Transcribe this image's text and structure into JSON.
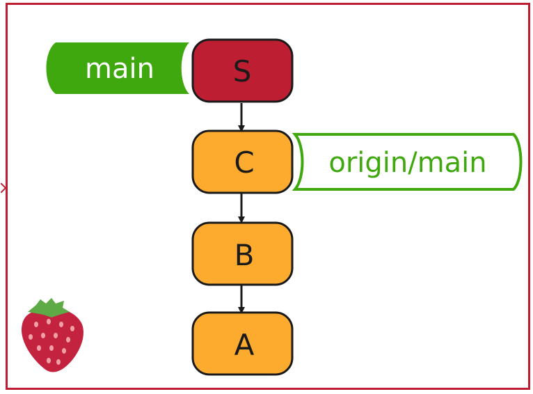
{
  "diagram": {
    "commits": [
      {
        "id": "S",
        "label": "S",
        "fill": "#be1e32"
      },
      {
        "id": "C",
        "label": "C",
        "fill": "#fdab2f"
      },
      {
        "id": "B",
        "label": "B",
        "fill": "#fdab2f"
      },
      {
        "id": "A",
        "label": "A",
        "fill": "#fdab2f"
      }
    ],
    "branches": {
      "local": {
        "label": "main",
        "points_to": "S",
        "style": "filled",
        "color": "#3fa80e"
      },
      "remote": {
        "label": "origin/main",
        "points_to": "C",
        "style": "outline",
        "color": "#3fa80e"
      }
    },
    "edges": [
      {
        "from": "S",
        "to": "C"
      },
      {
        "from": "C",
        "to": "B"
      },
      {
        "from": "B",
        "to": "A"
      }
    ],
    "icons": {
      "corner": "strawberry-icon"
    },
    "colors": {
      "frame": "#be1e32",
      "head_commit": "#be1e32",
      "commit": "#fdab2f",
      "branch": "#3fa80e",
      "stroke": "#1a1a1a"
    }
  }
}
